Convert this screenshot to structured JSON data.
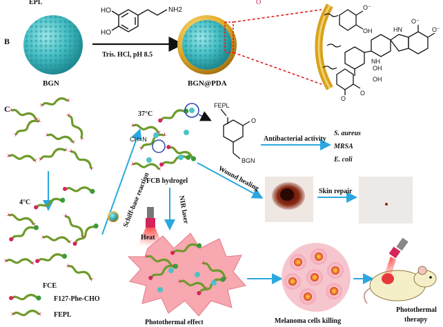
{
  "header": {
    "top_cut_left": "EPL",
    "top_cut_mid": "O"
  },
  "panel_b": {
    "letter": "B",
    "reagent_conditions": "Tris. HCl, pH 8.5",
    "bgn_label": "BGN",
    "product_label": "BGN@PDA",
    "chem": {
      "nh2": "NH2",
      "ho": "HO",
      "oh": "OH",
      "nh": "NH",
      "hn": "HN",
      "o_minus": "O⁻",
      "o": "O"
    }
  },
  "panel_c": {
    "letter": "C",
    "temp_37": "37°C",
    "temp_4": "4°C",
    "fepl_short": "FEPL",
    "bgn_short": "BGN",
    "imine_label": "CH=N",
    "fcb_label": "FCB hydrogel",
    "fce_label": "FCE",
    "schiff_label": "Schiff-base reaction",
    "nir_label": "NIR laser",
    "heat_label": "Heat",
    "antibacterial_label": "Antibacterial activity",
    "bacteria": [
      "S. aureus",
      "MRSA",
      "E. coli"
    ],
    "wound_label": "Wound healing",
    "skin_label": "Skin repair",
    "photothermal_effect": "Photothermal effect",
    "melanoma_label": "Melanoma cells killing",
    "photothermal_therapy": "Photothermal therapy",
    "legend": [
      {
        "label": "F127-Phe-CHO"
      },
      {
        "label": "FEPL"
      }
    ]
  },
  "colors": {
    "arrow_blue": "#2aa7df",
    "chain_green": "#6f9a2c",
    "end_red": "#d6245a",
    "end_green": "#3c9a3a",
    "sphere_teal": "#4bc3c8",
    "pda_gold": "#d9a21c",
    "red_dash": "#e02020",
    "burst_pink": "#f7a8b0"
  }
}
